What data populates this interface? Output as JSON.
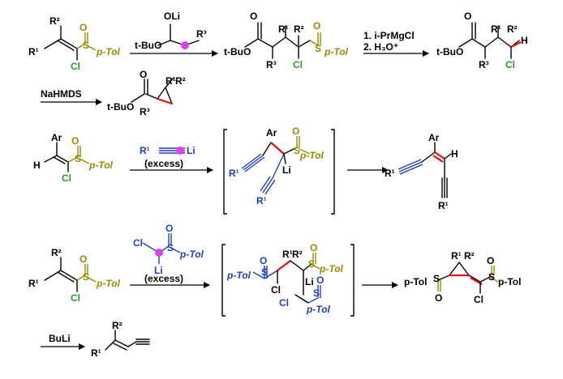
{
  "labels": {
    "R1": "R¹",
    "R2": "R²",
    "R3": "R³",
    "O": "O",
    "S": "S",
    "pTol": "p-Tol",
    "Cl": "Cl",
    "H": "H",
    "Li": "Li",
    "OLi": "OLi",
    "tBuO": "t-BuO",
    "Ar": "Ar"
  },
  "conditions": {
    "row1_step2_line1": "1. i-PrMgCl",
    "row1_step2_line2": "2. H₃O⁺",
    "row1_step3": "NaHMDS",
    "excess": "(excess)",
    "row3_step3": "BuLi"
  },
  "colors": {
    "sulfoxide": "#9a8a00",
    "reagent": "#1f3fbf",
    "chlorine": "#2a9b2a",
    "new_bond": "#e01010",
    "marker": "#e040e8"
  }
}
